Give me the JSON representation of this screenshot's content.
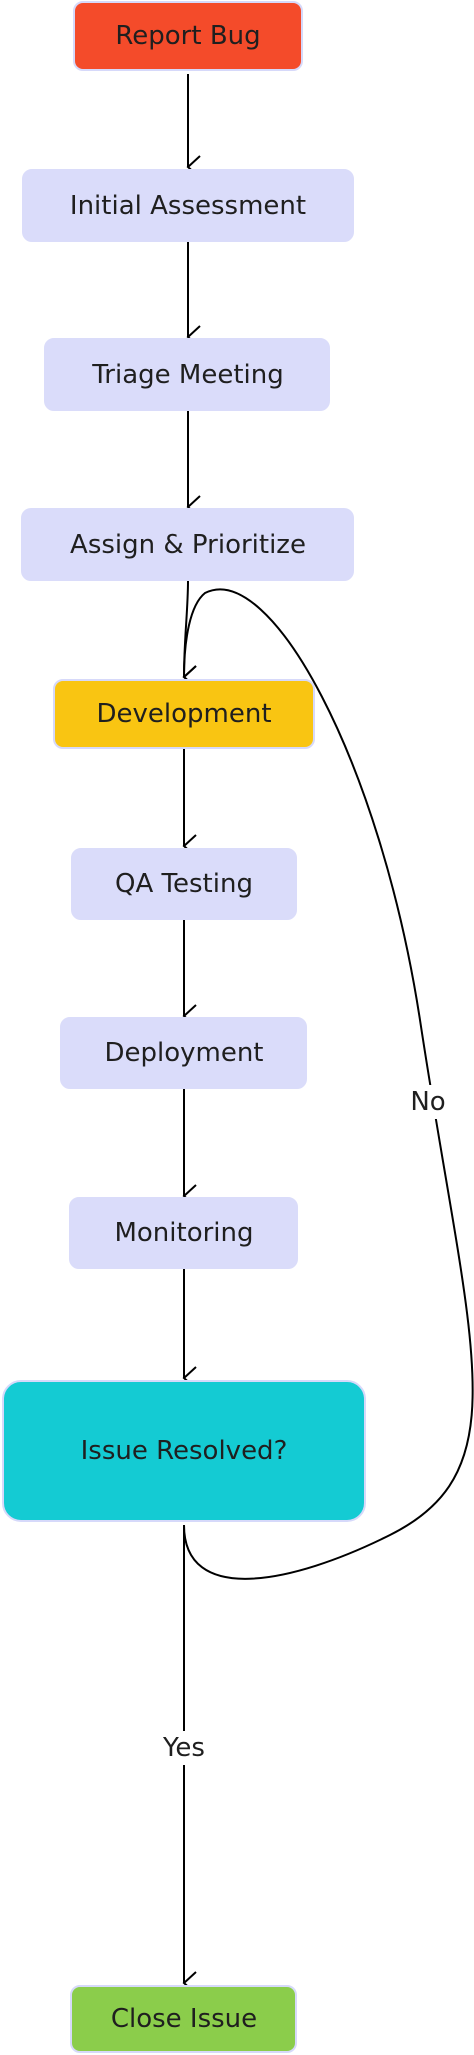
{
  "nodes": {
    "report_bug": {
      "label": "Report Bug",
      "fill": "#f44b2a",
      "stroke": "#d6d9fa"
    },
    "initial_assessment": {
      "label": "Initial Assessment",
      "fill": "#dadcfa",
      "stroke": "#dadcfa"
    },
    "triage_meeting": {
      "label": "Triage Meeting",
      "fill": "#dadcfa",
      "stroke": "#dadcfa"
    },
    "assign_prioritize": {
      "label": "Assign & Prioritize",
      "fill": "#dadcfa",
      "stroke": "#dadcfa"
    },
    "development": {
      "label": "Development",
      "fill": "#f9c512",
      "stroke": "#d6d9fa"
    },
    "qa_testing": {
      "label": "QA Testing",
      "fill": "#dadcfa",
      "stroke": "#dadcfa"
    },
    "deployment": {
      "label": "Deployment",
      "fill": "#dadcfa",
      "stroke": "#dadcfa"
    },
    "monitoring": {
      "label": "Monitoring",
      "fill": "#dadcfa",
      "stroke": "#dadcfa"
    },
    "issue_resolved": {
      "label": "Issue Resolved?",
      "fill": "#14cbd3",
      "stroke": "#d6d9fa"
    },
    "close_issue": {
      "label": "Close Issue",
      "fill": "#8bcd4b",
      "stroke": "#d6d9fa"
    }
  },
  "edges": {
    "no_label": "No",
    "yes_label": "Yes"
  }
}
